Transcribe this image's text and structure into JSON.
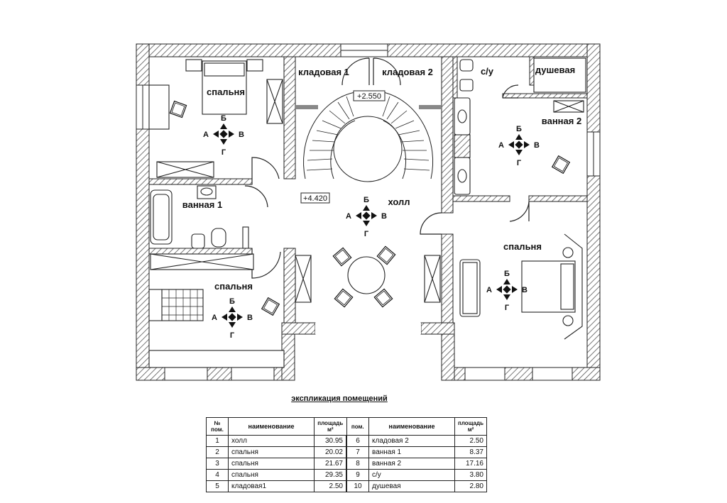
{
  "plan": {
    "rooms": [
      {
        "id": "bedroom-nw",
        "label": "спальня"
      },
      {
        "id": "pantry-1",
        "label": "кладовая 1"
      },
      {
        "id": "pantry-2",
        "label": "кладовая 2"
      },
      {
        "id": "wc",
        "label": "с/у"
      },
      {
        "id": "shower",
        "label": "душевая"
      },
      {
        "id": "bath-2",
        "label": "ванная 2"
      },
      {
        "id": "bath-1",
        "label": "ванная 1"
      },
      {
        "id": "hall",
        "label": "холл"
      },
      {
        "id": "bedroom-e",
        "label": "спальня"
      },
      {
        "id": "bedroom-sw",
        "label": "спальня"
      }
    ],
    "levels": {
      "upper": "+2.550",
      "hall": "+4.420"
    },
    "compass_letters": {
      "left": "А",
      "top": "Б",
      "right": "В",
      "bottom": "Г"
    }
  },
  "explication": {
    "title": "экспликация помещений",
    "headers": {
      "num_line1": "№",
      "num_line2": "пом.",
      "name": "наименование",
      "area_line1": "площадь",
      "area_line2": "м²"
    },
    "left_rows": [
      {
        "num": "1",
        "name": "холл",
        "area": "30.95"
      },
      {
        "num": "2",
        "name": "спальня",
        "area": "20.02"
      },
      {
        "num": "3",
        "name": "спальня",
        "area": "21.67"
      },
      {
        "num": "4",
        "name": "спальня",
        "area": "29.35"
      },
      {
        "num": "5",
        "name": "кладовая1",
        "area": "2.50"
      }
    ],
    "right_rows": [
      {
        "num": "6",
        "name": "кладовая 2",
        "area": "2.50"
      },
      {
        "num": "7",
        "name": "ванная 1",
        "area": "8.37"
      },
      {
        "num": "8",
        "name": "ванная 2",
        "area": "17.16"
      },
      {
        "num": "9",
        "name": "с/у",
        "area": "3.80"
      },
      {
        "num": "10",
        "name": "душевая",
        "area": "2.80"
      }
    ]
  }
}
